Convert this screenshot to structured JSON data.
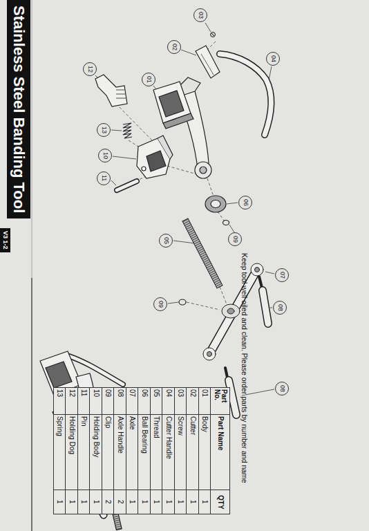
{
  "diagram": {
    "title": "Stainless Steel Banding Tool",
    "labels": [
      "03",
      "02",
      "04",
      "01",
      "12",
      "13",
      "10",
      "11",
      "06",
      "09",
      "05",
      "07",
      "08",
      "09",
      "08",
      "Part No.",
      "Part Name",
      "QTY",
      "01",
      "Body",
      "1",
      "02",
      "Cutter",
      "1",
      "03",
      "Screw",
      "1",
      "04",
      "Cutter Handle",
      "1",
      "05",
      "Thread",
      "1",
      "06",
      "Ball Bearing",
      "1",
      "07",
      "Axle",
      "1",
      "08",
      "Axle Handle",
      "2",
      "09",
      "Clip",
      "2",
      "10",
      "Holding Body",
      "1",
      "11",
      "Pin",
      "1",
      "12",
      "Holding Dog",
      "1",
      "13",
      "Spring",
      "1",
      "Keep tool well oiled and clean. Please order parts by number and name",
      "V3 1-2"
    ]
  }
}
